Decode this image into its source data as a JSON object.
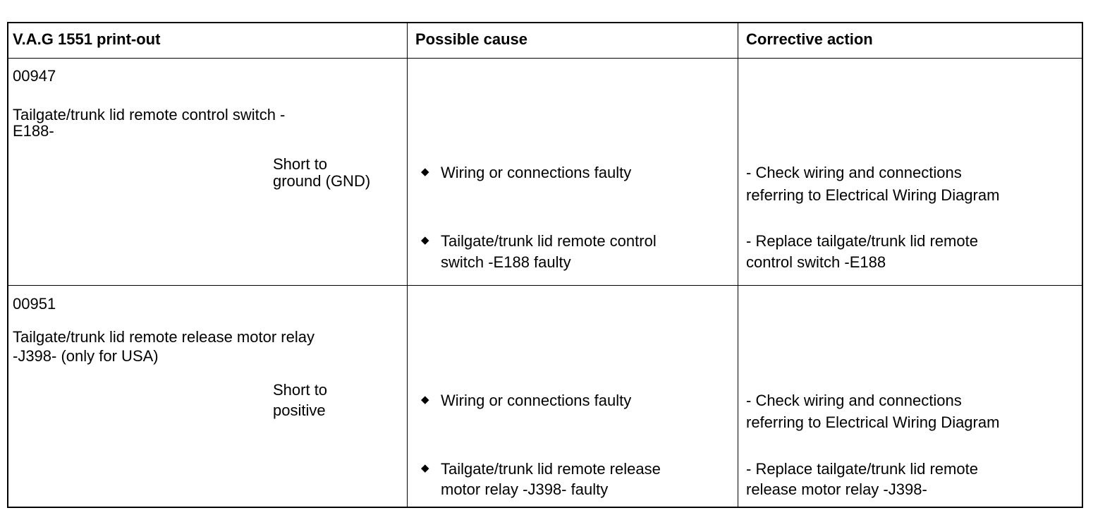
{
  "table": {
    "headers": [
      "V.A.G 1551 print-out",
      "Possible cause",
      "Corrective action"
    ],
    "rows": [
      {
        "code": "00947",
        "component_line1": "Tailgate/trunk lid remote control switch -",
        "component_line2": "E188-",
        "condition_line1": "Short to",
        "condition_line2": "ground (GND)",
        "causes": [
          {
            "line1": "Wiring or connections faulty",
            "line2": ""
          },
          {
            "line1": "Tailgate/trunk lid remote control",
            "line2": "switch -E188 faulty"
          }
        ],
        "actions": [
          {
            "line1": "- Check wiring and connections",
            "line2": "referring to Electrical Wiring Diagram"
          },
          {
            "line1": "- Replace tailgate/trunk lid remote",
            "line2": "control switch -E188"
          }
        ]
      },
      {
        "code": "00951",
        "component_line1": "Tailgate/trunk lid remote release motor relay",
        "component_line2": "-J398- (only for USA)",
        "condition_line1": "Short to",
        "condition_line2": "positive",
        "causes": [
          {
            "line1": "Wiring or connections faulty",
            "line2": ""
          },
          {
            "line1": "Tailgate/trunk lid remote release",
            "line2": "motor relay -J398- faulty"
          }
        ],
        "actions": [
          {
            "line1": "- Check wiring and connections",
            "line2": "referring to Electrical Wiring Diagram"
          },
          {
            "line1": "- Replace tailgate/trunk lid remote",
            "line2": "release motor relay -J398-"
          }
        ]
      }
    ],
    "bullet_glyph": "◆"
  }
}
